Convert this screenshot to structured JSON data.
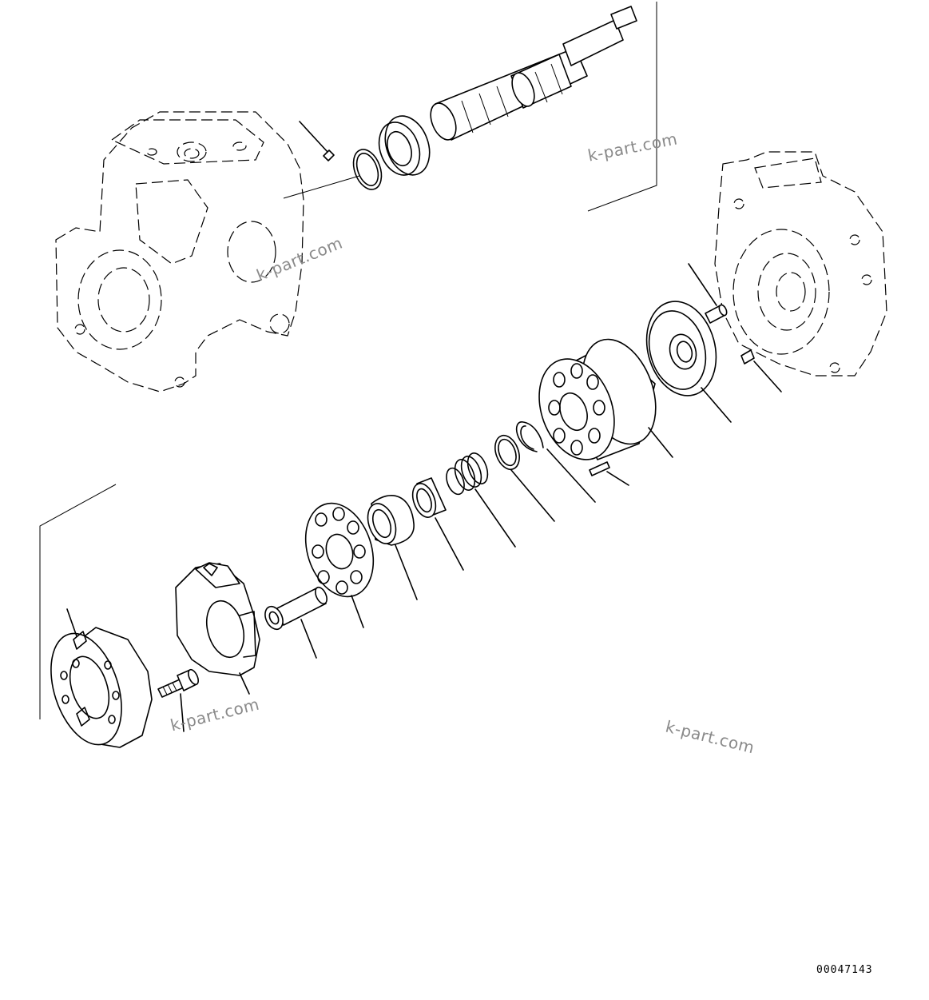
{
  "watermarks": [
    "k-part.com",
    "k-part.com",
    "k-part.com",
    "k-part.com"
  ],
  "drawing_number": "00047143",
  "colors": {
    "line": "#000000",
    "background": "#ffffff",
    "watermark": "#8a8a8a"
  }
}
